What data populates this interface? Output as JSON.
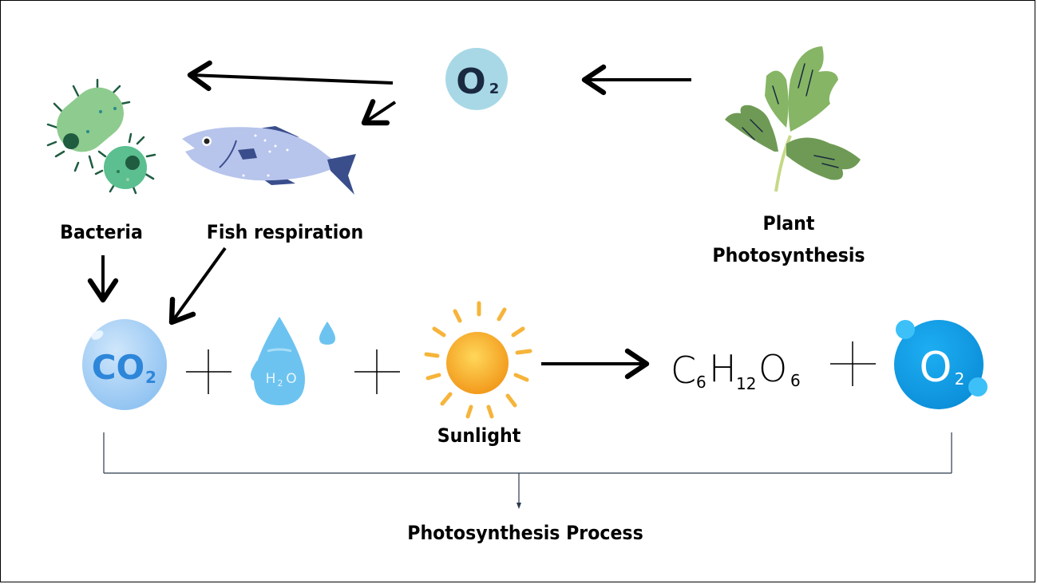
{
  "diagram": {
    "labels": {
      "bacteria": "Bacteria",
      "fish": "Fish respiration",
      "plant_line1": "Plant",
      "plant_line2": "Photosynthesis",
      "sunlight": "Sunlight",
      "process": "Photosynthesis Process"
    },
    "molecules": {
      "o2_top": {
        "main": "O",
        "sub": "2"
      },
      "co2": {
        "main": "CO",
        "sub": "2"
      },
      "h2o": {
        "h": "H",
        "sub": "2",
        "o": "O"
      },
      "glucose": {
        "c": "C",
        "c_sub": "6",
        "h": "H",
        "h_sub": "12",
        "o": "O",
        "o_sub": "6"
      },
      "o2_product": {
        "main": "O",
        "sub": "2"
      }
    },
    "operators": {
      "plus": "+"
    },
    "colors": {
      "o2_top_bg": "#a8d8e6",
      "o2_top_text": "#1a2a40",
      "co2_bubble": "#a9d3f7",
      "co2_text": "#2e86d9",
      "water": "#6cc3f0",
      "sun": "#f6a623",
      "o2_product": "#14a3ec",
      "bacteria_light": "#8dcb8e",
      "bacteria_dark": "#5bbf8f",
      "fish_body": "#b7c4ec",
      "fish_fin": "#3a4e8c",
      "leaf": "#79a65b",
      "bracket": "#2b3a4e"
    }
  }
}
